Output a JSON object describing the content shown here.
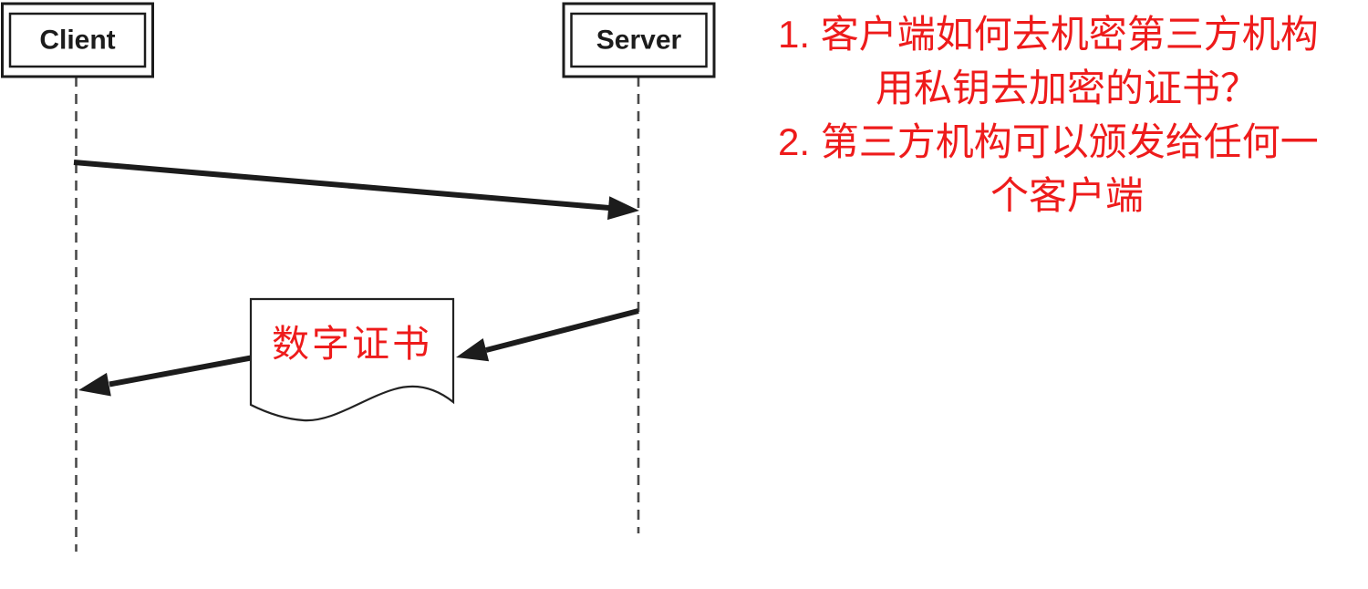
{
  "colors": {
    "annotation_red": "#ee1b1b",
    "ink": "#1c1c1c",
    "lifeline": "#4a4a4a"
  },
  "diagram": {
    "actors": [
      {
        "name": "Client"
      },
      {
        "name": "Server"
      }
    ],
    "messages": [
      {
        "from": "Client",
        "to": "Server"
      },
      {
        "from": "Server",
        "to": "Client",
        "artifact": "数字证书"
      }
    ],
    "document": {
      "label": "数字证书"
    }
  },
  "annotation": {
    "items": [
      "1. 客户端如何去机密第三方机构",
      "用私钥去加密的证书？",
      "2. 第三方机构可以颁发给任何一",
      "个客户端"
    ]
  }
}
